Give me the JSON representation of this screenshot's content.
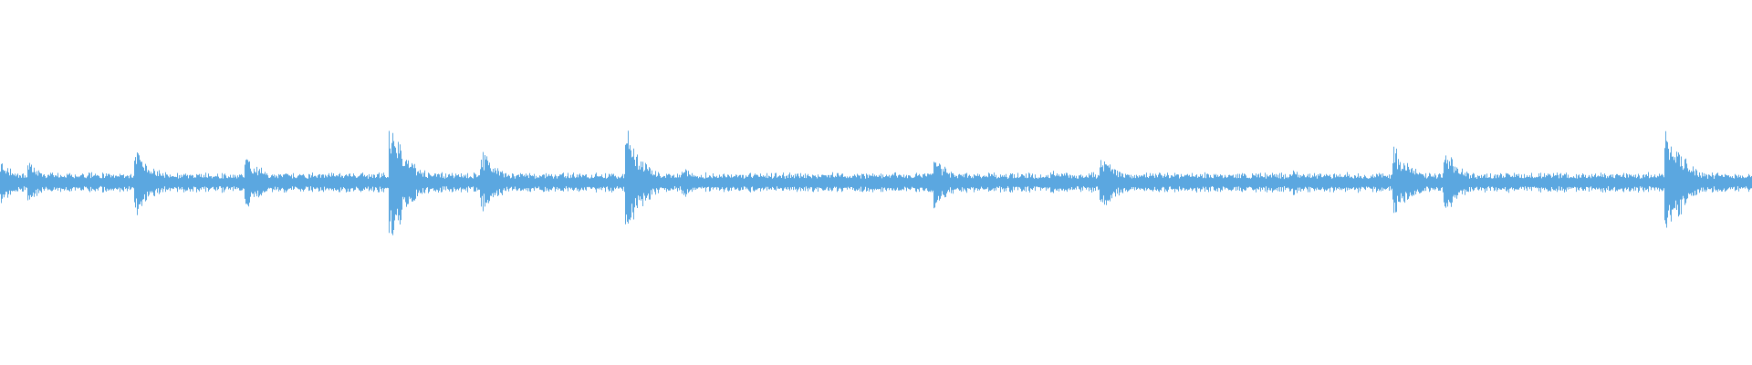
{
  "waveform": {
    "color": "#5ba7e0",
    "background": "#ffffff",
    "baseline_level": 0.05,
    "peaks": [
      {
        "t": 0.0,
        "level": 0.12
      },
      {
        "t": 0.017,
        "level": 0.1
      },
      {
        "t": 0.078,
        "level": 0.18
      },
      {
        "t": 0.141,
        "level": 0.14
      },
      {
        "t": 0.223,
        "level": 0.32
      },
      {
        "t": 0.275,
        "level": 0.16
      },
      {
        "t": 0.358,
        "level": 0.26
      },
      {
        "t": 0.39,
        "level": 0.08
      },
      {
        "t": 0.534,
        "level": 0.13
      },
      {
        "t": 0.601,
        "level": 0.06
      },
      {
        "t": 0.629,
        "level": 0.15
      },
      {
        "t": 0.739,
        "level": 0.07
      },
      {
        "t": 0.796,
        "level": 0.19
      },
      {
        "t": 0.825,
        "level": 0.16
      },
      {
        "t": 0.951,
        "level": 0.33
      }
    ]
  }
}
